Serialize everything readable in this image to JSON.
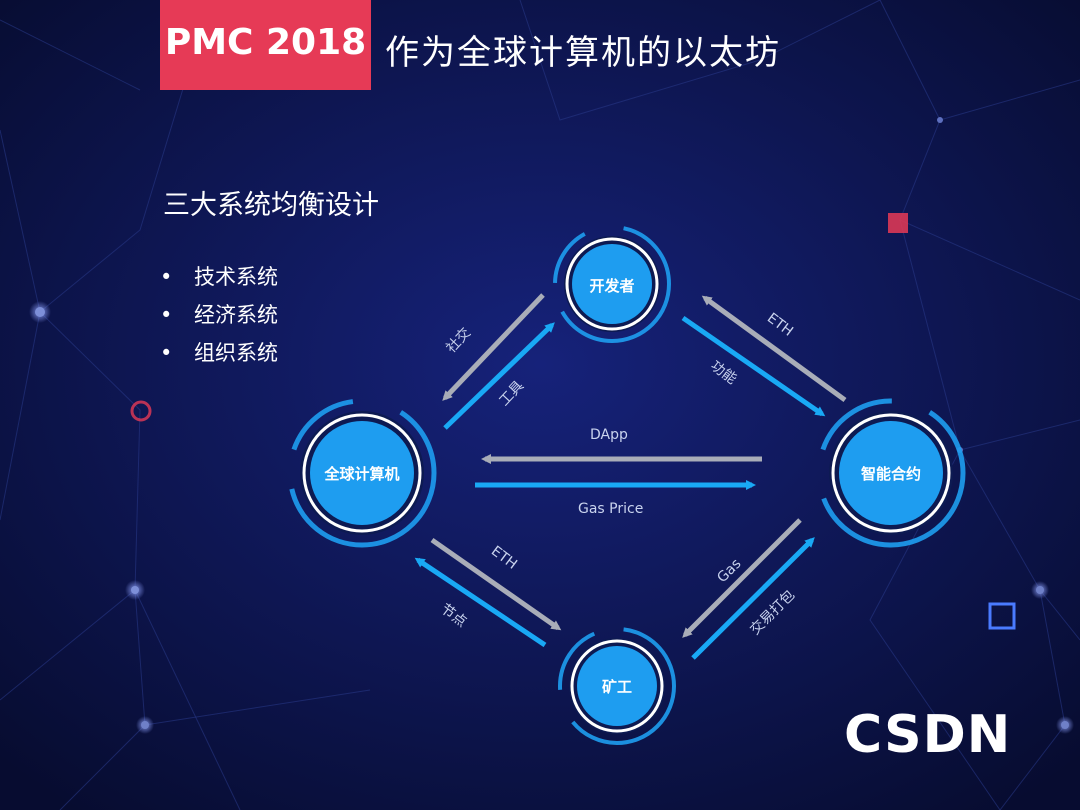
{
  "header": {
    "badge": "PMC 2018",
    "title": "作为全球计算机的以太坊"
  },
  "subtitle": "三大系统均衡设计",
  "bullets": [
    {
      "marker": "•",
      "text": "技术系统"
    },
    {
      "marker": "•",
      "text": "经济系统"
    },
    {
      "marker": "•",
      "text": "组织系统"
    }
  ],
  "diagram": {
    "nodes": {
      "developer": "开发者",
      "global_computer": "全球计算机",
      "smart_contract": "智能合约",
      "miner": "矿工"
    },
    "edges": {
      "social": "社交",
      "tools": "工具",
      "eth_top": "ETH",
      "function": "功能",
      "dapp": "DApp",
      "gas_price": "Gas Price",
      "eth_bottom": "ETH",
      "node": "节点",
      "gas": "Gas",
      "packaging": "交易打包"
    }
  },
  "logo": "CSDN",
  "colors": {
    "background": "#0b1240",
    "accent_red": "#e63a56",
    "node_blue": "#1e9df0",
    "arrow_cyan": "#19a9f5",
    "arrow_gray": "#a9adb8"
  }
}
